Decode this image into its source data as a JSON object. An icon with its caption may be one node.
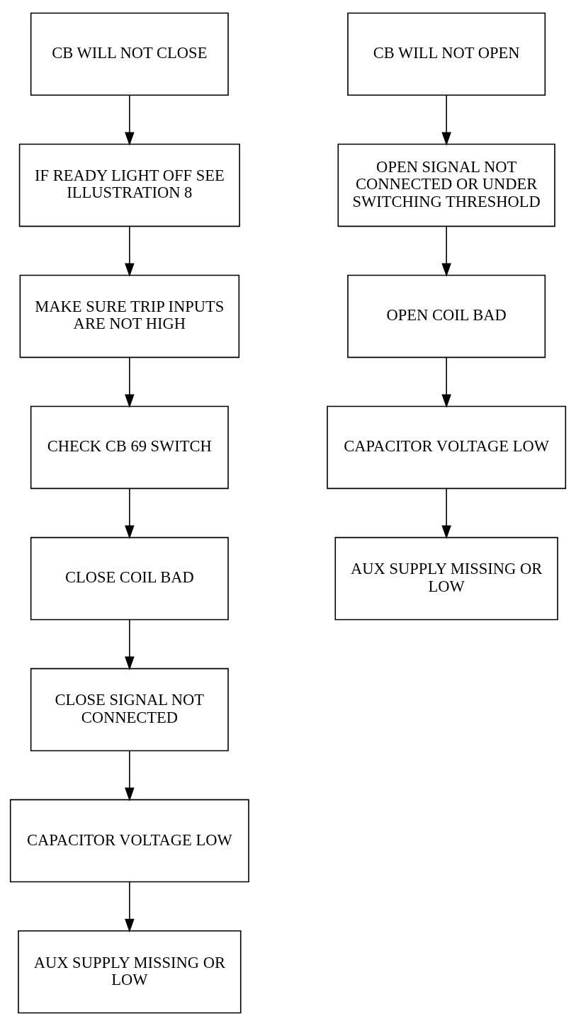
{
  "diagram": {
    "nodes": [
      {
        "text": [
          "CB WILL NOT CLOSE"
        ]
      },
      {
        "text": [
          "IF READY LIGHT OFF SEE ILLUSTRATION 8"
        ]
      },
      {
        "text": [
          "MAKE SURE TRIP INPUTS ARE NOT HIGH"
        ]
      },
      {
        "text": [
          "CHECK CB 69 SWITCH"
        ]
      },
      {
        "text": [
          "CLOSE COIL BAD"
        ]
      },
      {
        "text": [
          "CLOSE SIGNAL NOT CONNECTED"
        ]
      },
      {
        "text": [
          "CAPACITOR VOLTAGE LOW"
        ]
      },
      {
        "text": [
          "AUX SUPPLY MISSING OR LOW"
        ]
      },
      {
        "text": [
          "CB WILL NOT OPEN"
        ]
      },
      {
        "text": [
          "OPEN SIGNAL NOT CONNECTED OR UNDER SWITCHING THRESHOLD"
        ]
      },
      {
        "text": [
          "OPEN COIL BAD"
        ]
      },
      {
        "text": [
          "CAPACITOR VOLTAGE LOW"
        ]
      },
      {
        "text": [
          "AUX SUPPLY MISSING OR LOW"
        ]
      }
    ],
    "edges": [
      {
        "from": 0,
        "to": 1,
        "arrow": "to"
      },
      {
        "from": 1,
        "to": 2,
        "arrow": "to"
      },
      {
        "from": 2,
        "to": 3,
        "arrow": "to"
      },
      {
        "from": 3,
        "to": 4,
        "arrow": "to"
      },
      {
        "from": 4,
        "to": 5,
        "arrow": "to"
      },
      {
        "from": 5,
        "to": 6,
        "arrow": "to"
      },
      {
        "from": 6,
        "to": 7,
        "arrow": "to"
      },
      {
        "from": 8,
        "to": 9,
        "arrow": "to"
      },
      {
        "from": 9,
        "to": 10,
        "arrow": "to"
      },
      {
        "from": 10,
        "to": 11,
        "arrow": "to"
      },
      {
        "from": 11,
        "to": 12,
        "arrow": "to"
      }
    ]
  }
}
